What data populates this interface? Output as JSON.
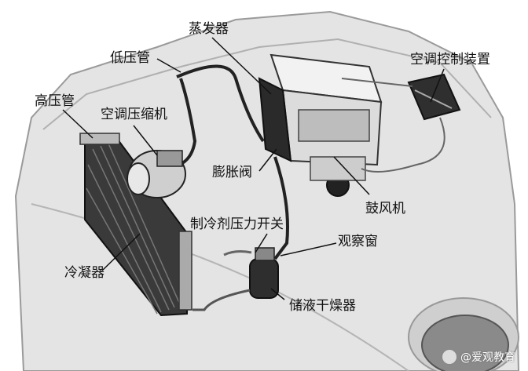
{
  "labels": {
    "evaporator": "蒸发器",
    "low_pressure_pipe": "低压管",
    "ac_control_unit": "空调控制装置",
    "high_pressure_pipe": "高压管",
    "ac_compressor": "空调压缩机",
    "expansion_valve": "膨胀阀",
    "blower": "鼓风机",
    "refrigerant_pressure_switch": "制冷剂压力开关",
    "sight_glass": "观察窗",
    "condenser": "冷凝器",
    "receiver_drier": "储液干燥器"
  },
  "watermark": "@爱观教育"
}
